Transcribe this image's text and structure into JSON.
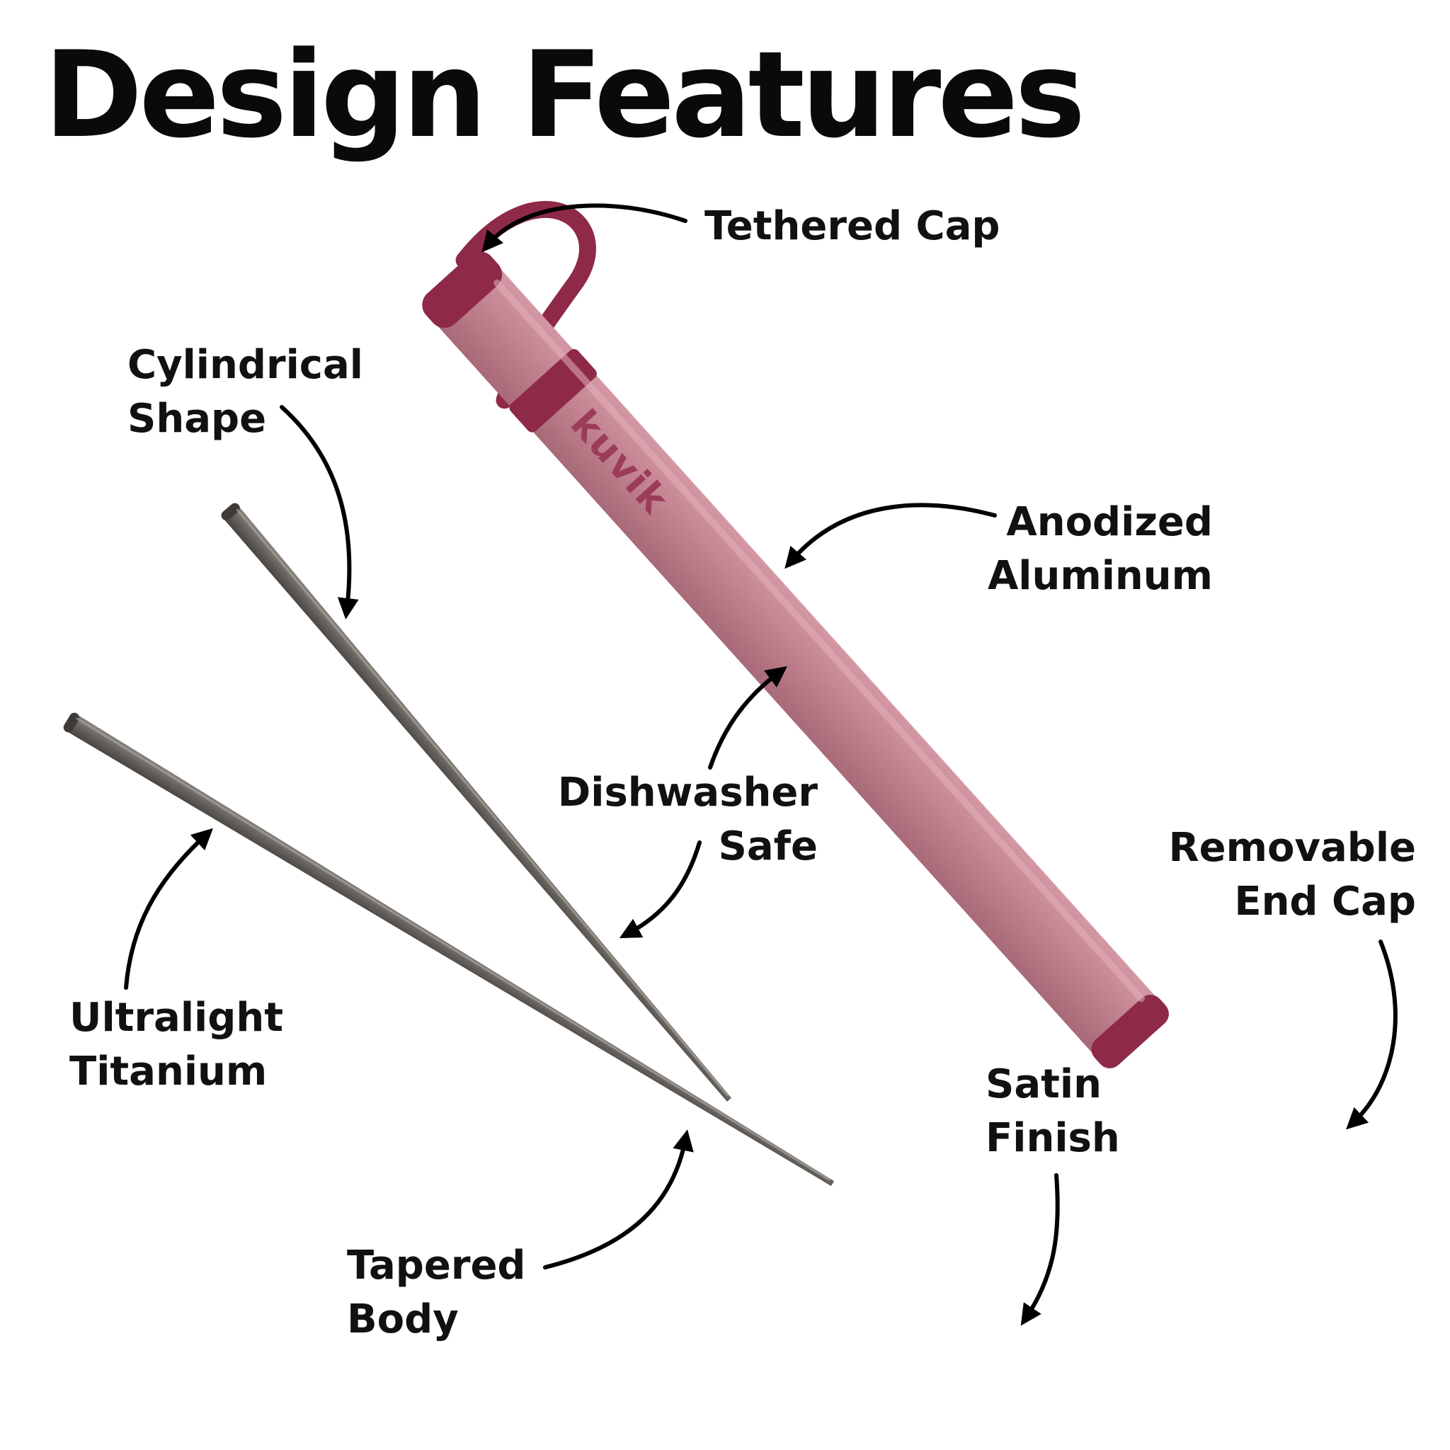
{
  "title": "Design Features",
  "brand": "kuvik",
  "colors": {
    "case_body": "#c4818f",
    "case_body_dark": "#b47080",
    "cap_accent": "#8e2a48",
    "chopstick": "#6d6863",
    "chopstick_dark": "#4f4b47",
    "text": "#111111"
  },
  "features": {
    "tethered_cap": {
      "lines": [
        "Tethered Cap"
      ]
    },
    "anodized_aluminum": {
      "lines": [
        "Anodized",
        "Aluminum"
      ]
    },
    "cylindrical_shape": {
      "lines": [
        "Cylindrical",
        "Shape"
      ]
    },
    "dishwasher_safe": {
      "lines": [
        "Dishwasher",
        "Safe"
      ]
    },
    "removable_end_cap": {
      "lines": [
        "Removable",
        "End Cap"
      ]
    },
    "ultralight_titanium": {
      "lines": [
        "Ultralight",
        "Titanium"
      ]
    },
    "satin_finish": {
      "lines": [
        "Satin",
        "Finish"
      ]
    },
    "tapered_body": {
      "lines": [
        "Tapered",
        "Body"
      ]
    }
  }
}
